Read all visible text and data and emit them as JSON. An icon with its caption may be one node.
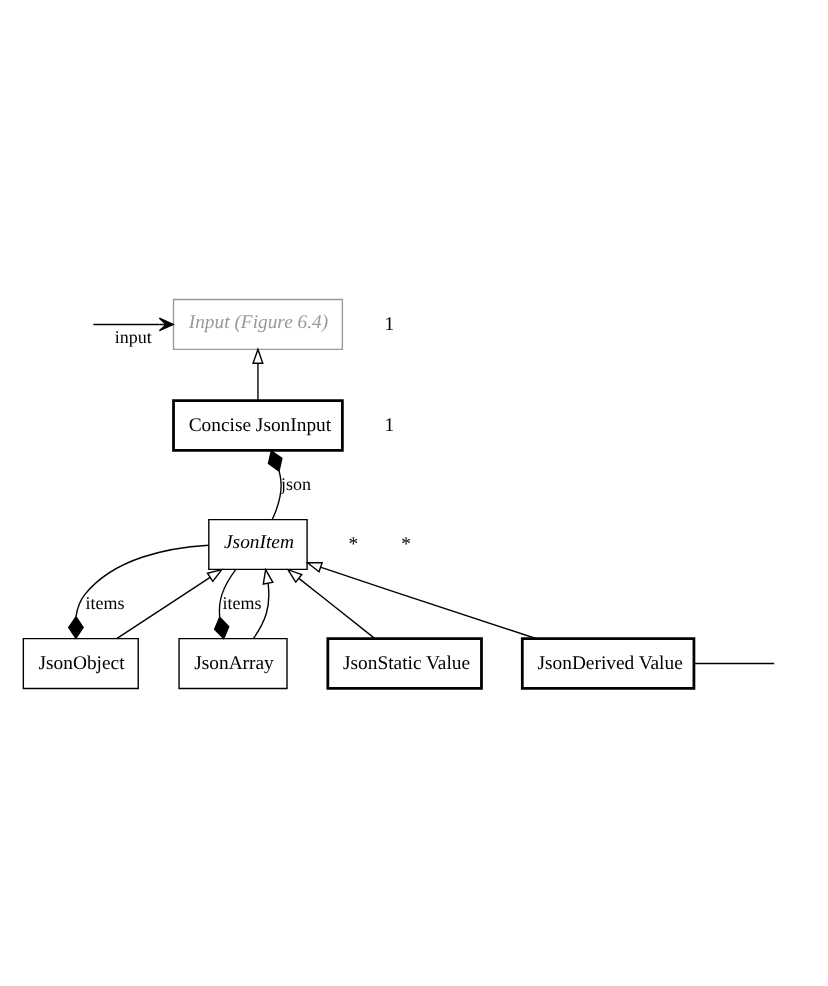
{
  "diagram": {
    "nodes": [
      {
        "text": [
          "Input (Figure 6.4)"
        ]
      },
      {
        "text": [
          "Concise JsonInput"
        ]
      },
      {
        "text": [
          "JsonItem"
        ]
      },
      {
        "text": [
          "JsonObject"
        ]
      },
      {
        "text": [
          "JsonArray"
        ]
      },
      {
        "text": [
          "JsonStatic Value"
        ]
      },
      {
        "text": [
          "JsonDerived Value"
        ]
      }
    ],
    "edges": [
      {
        "from": null,
        "to": 0,
        "arrow": "to",
        "label": "input"
      },
      {
        "from": 1,
        "to": 0,
        "arrow": "to"
      },
      {
        "from": 1,
        "to": 2,
        "arrow": "other",
        "label": "json"
      },
      {
        "from": 3,
        "to": 2,
        "arrow": "other",
        "label": "items"
      },
      {
        "from": 4,
        "to": 2,
        "arrow": "other",
        "label": "items"
      },
      {
        "from": 3,
        "to": 2,
        "arrow": "to"
      },
      {
        "from": 4,
        "to": 2,
        "arrow": "to"
      },
      {
        "from": 5,
        "to": 2,
        "arrow": "to"
      },
      {
        "from": 6,
        "to": 2,
        "arrow": "to"
      },
      {
        "from": 6,
        "to": null,
        "arrow": "none"
      }
    ],
    "labels": [
      "1",
      "1",
      "*",
      "*"
    ]
  }
}
